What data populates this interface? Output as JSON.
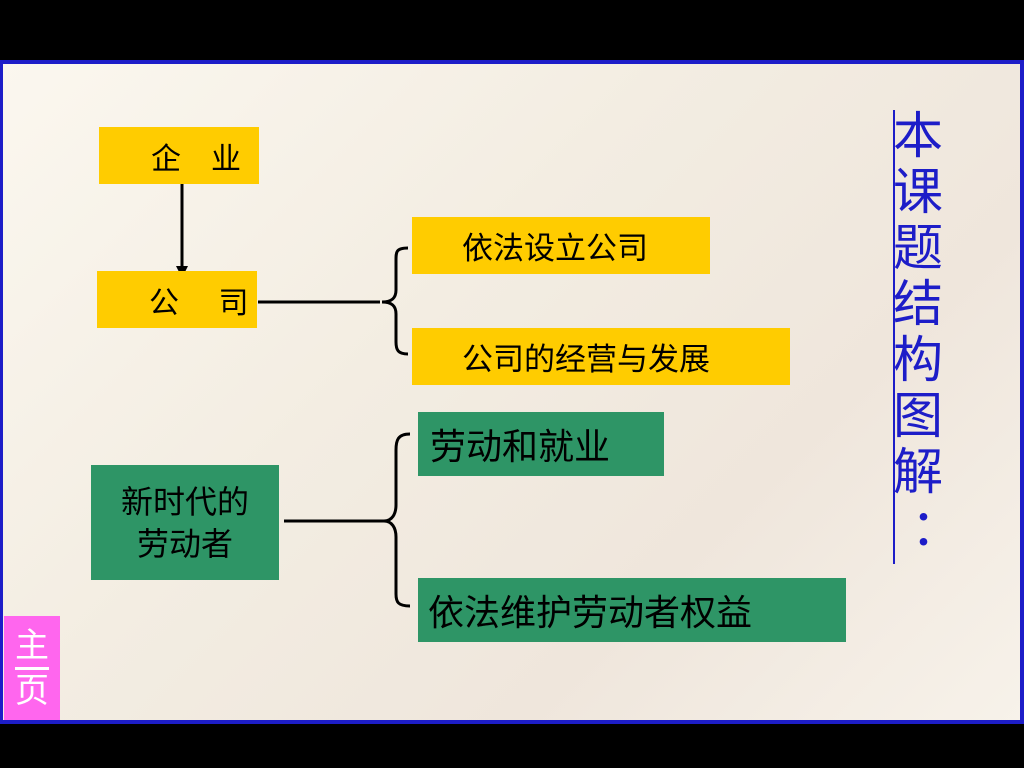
{
  "nodes": {
    "qiye": "企　业",
    "gongsi": "公　 司",
    "yifa_sheli": "依法设立公司",
    "jingying": "公司的经营与发展",
    "laodong_jiuye": "劳动和就业",
    "xinshidai_line1": "新时代的",
    "xinshidai_line2": "劳动者",
    "weihu_quanyi": "依法维护劳动者权益"
  },
  "title_chars": [
    "本",
    "课",
    "题",
    "结",
    "构",
    "图",
    "解",
    "："
  ],
  "home_button": {
    "char1": "主",
    "char2": "页"
  },
  "colors": {
    "yellow_box": "#ffcc00",
    "green_box": "#2e9566",
    "title_blue": "#1d1dc8",
    "home_pink": "#ff66ee"
  }
}
